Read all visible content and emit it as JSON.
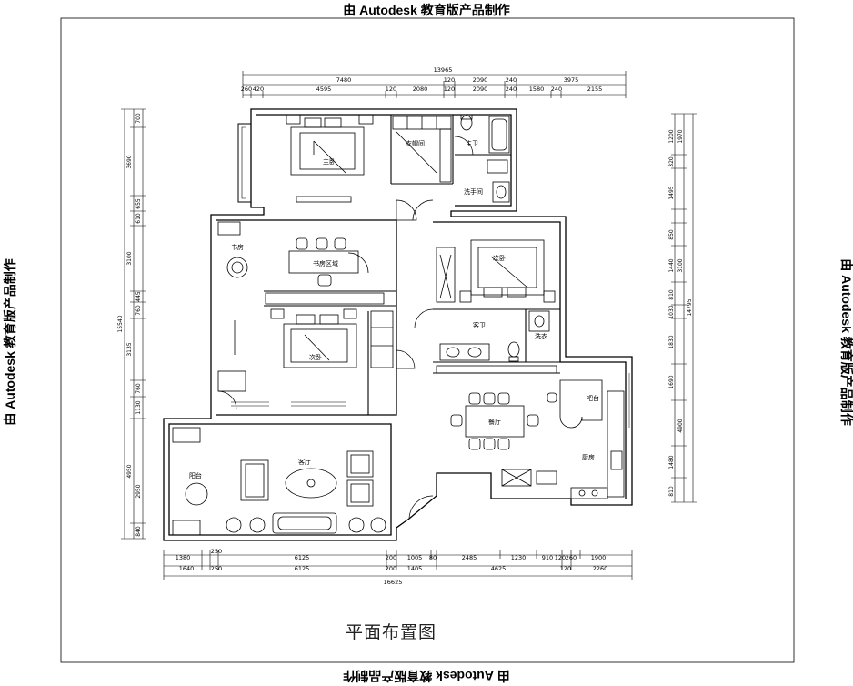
{
  "watermark": {
    "text": "由 Autodesk 教育版产品制作"
  },
  "drawing_title": "平面布置图",
  "dimensions": {
    "top_overall": "13965",
    "top_row1": [
      "7480",
      "120",
      "2090",
      "240",
      "3975"
    ],
    "top_row2": [
      "260",
      "420",
      "4595",
      "120",
      "2080",
      "120",
      "2090",
      "240",
      "1580",
      "240",
      "2155"
    ],
    "bottom_row1": [
      "1380",
      "250",
      "6125",
      "200",
      "1005",
      "80",
      "2485",
      "1230",
      "910",
      "120",
      "260",
      "1900"
    ],
    "bottom_row2": [
      "1640",
      "250",
      "6125",
      "200",
      "1405",
      "4625",
      "120",
      "2260"
    ],
    "bottom_overall": "16625",
    "left_overall": "15540",
    "left_segments": [
      "700",
      "3690",
      "655",
      "610",
      "3100",
      "445",
      "760",
      "3135",
      "760",
      "1130",
      "4950",
      "2950",
      "840"
    ],
    "right_overall": "14795",
    "right_segments": [
      "1200",
      "1970",
      "320",
      "1495",
      "850",
      "1440",
      "3100",
      "810",
      "1030",
      "1830",
      "1690",
      "4900",
      "1480",
      "810"
    ]
  },
  "rooms": {
    "master_bedroom": "主卧",
    "walk_in_closet": "衣帽间",
    "bathroom": "主卫",
    "wash_room": "洗手间",
    "study": "书房",
    "study_area": "书房区域",
    "second_bedroom": "次卧",
    "child_bedroom": "次卧",
    "guest_bath": "客卫",
    "laundry": "洗衣",
    "dining": "餐厅",
    "bar": "吧台",
    "kitchen": "厨房",
    "living": "客厅",
    "balcony": "阳台"
  }
}
